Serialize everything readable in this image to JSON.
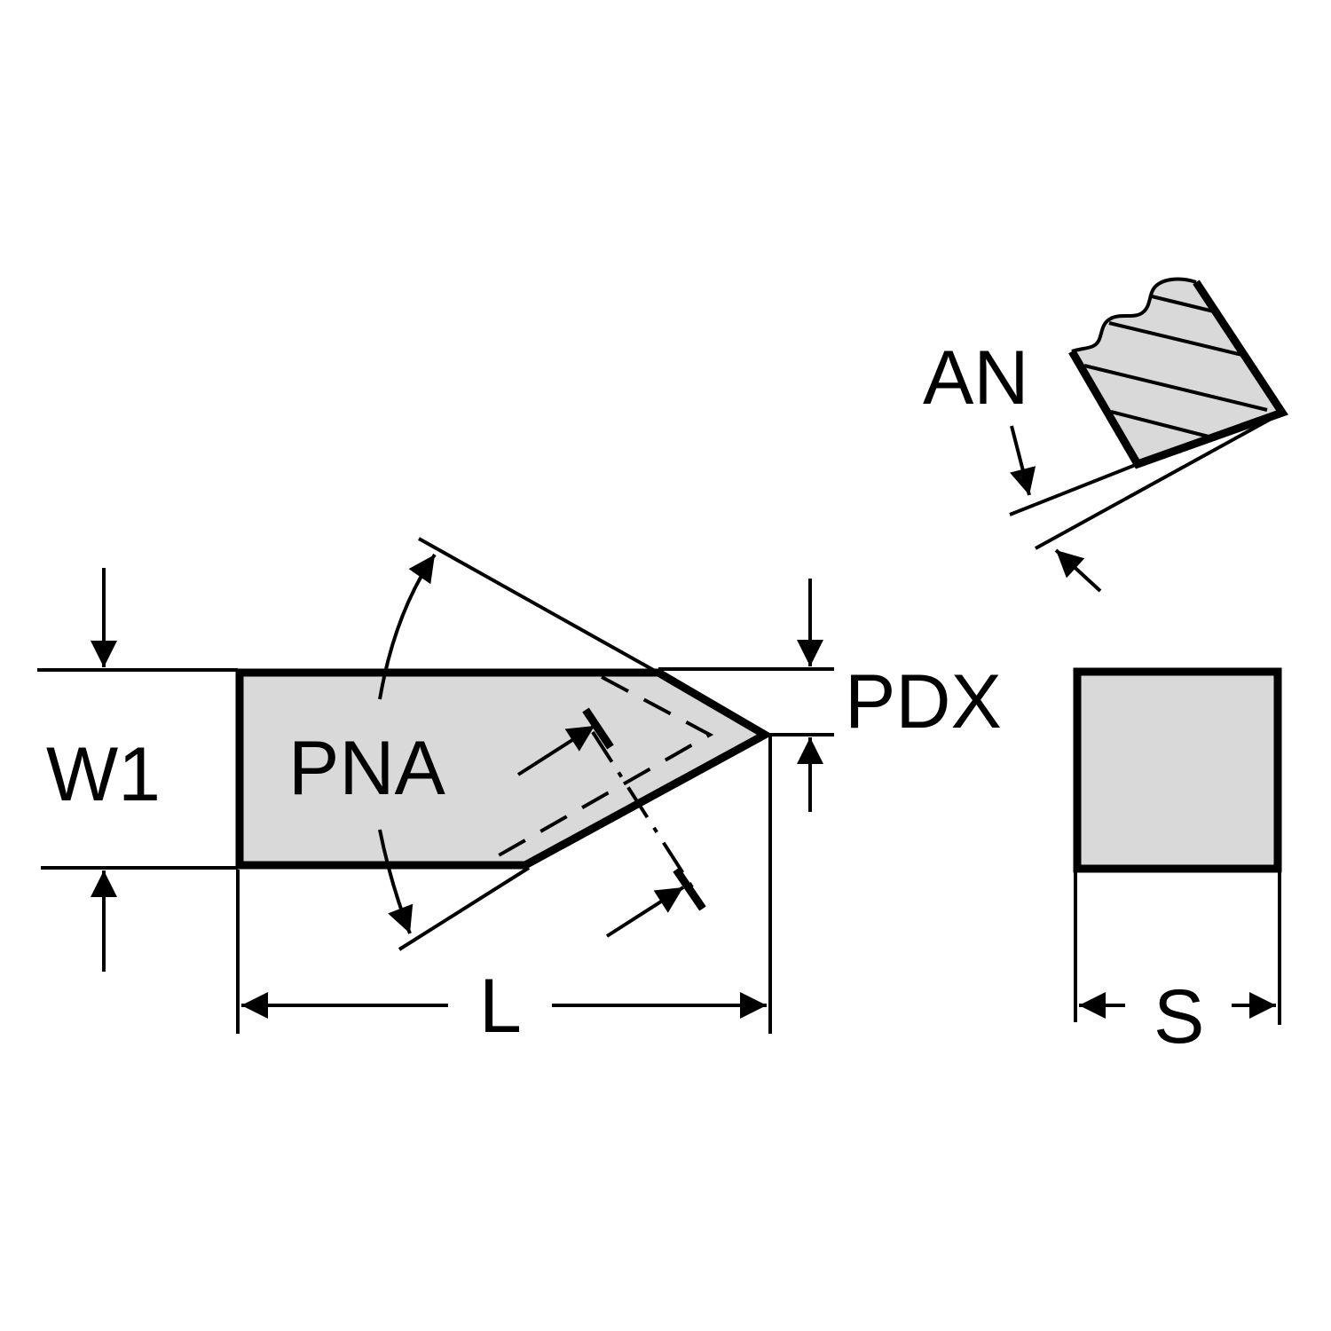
{
  "labels": {
    "w1": "W1",
    "pna": "PNA",
    "pdx": "PDX",
    "l": "L",
    "an": "AN",
    "s": "S"
  },
  "colors": {
    "insert_fill": "#d9d9d9",
    "line": "#000000",
    "background": "#ffffff"
  }
}
